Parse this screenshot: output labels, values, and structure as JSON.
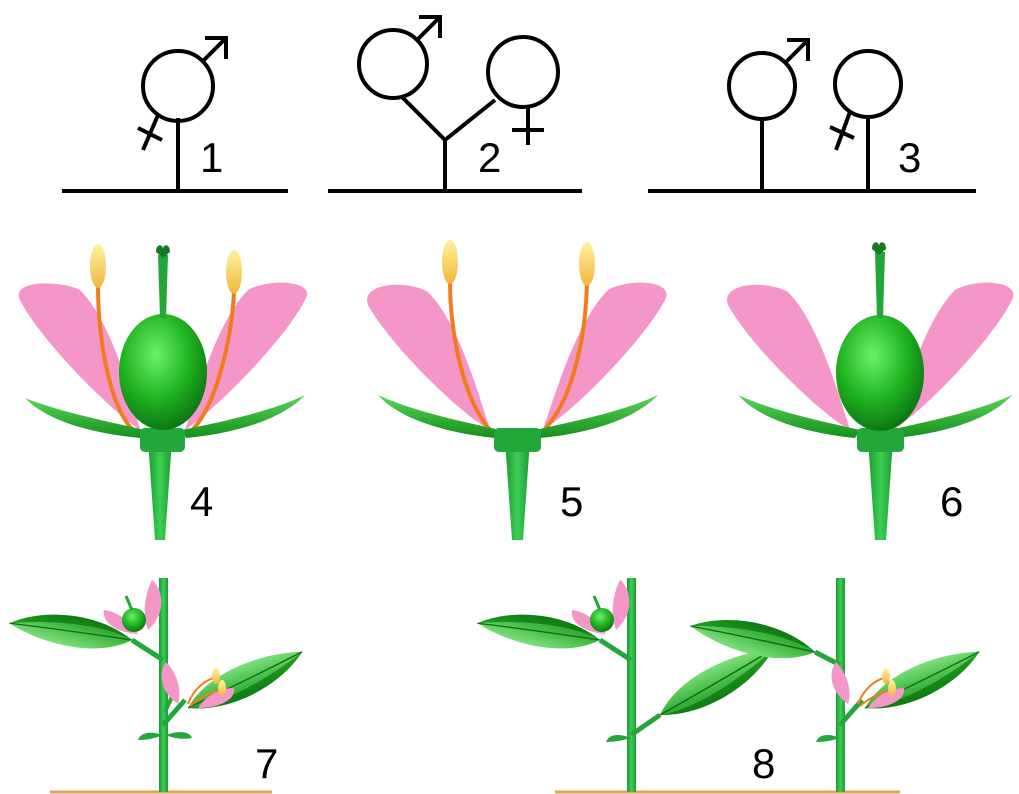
{
  "panels": [
    {
      "label": "1",
      "symbol": "male-female-single"
    },
    {
      "label": "2",
      "symbol": "male-female-branched"
    },
    {
      "label": "3",
      "symbol": "male-female-separate"
    },
    {
      "label": "4",
      "symbol": "bisexual-flower"
    },
    {
      "label": "5",
      "symbol": "male-flower"
    },
    {
      "label": "6",
      "symbol": "female-flower"
    },
    {
      "label": "7",
      "symbol": "monoecious-plant"
    },
    {
      "label": "8",
      "symbol": "dioecious-plants"
    }
  ],
  "colors": {
    "petal": "#f596c8",
    "ovary": "#22b822",
    "stem": "#22a83a",
    "filament": "#f07c1c",
    "anther": "#f4d25a",
    "leaf": "#3cc43c",
    "ground": "#e3a05a",
    "line": "#000000"
  }
}
